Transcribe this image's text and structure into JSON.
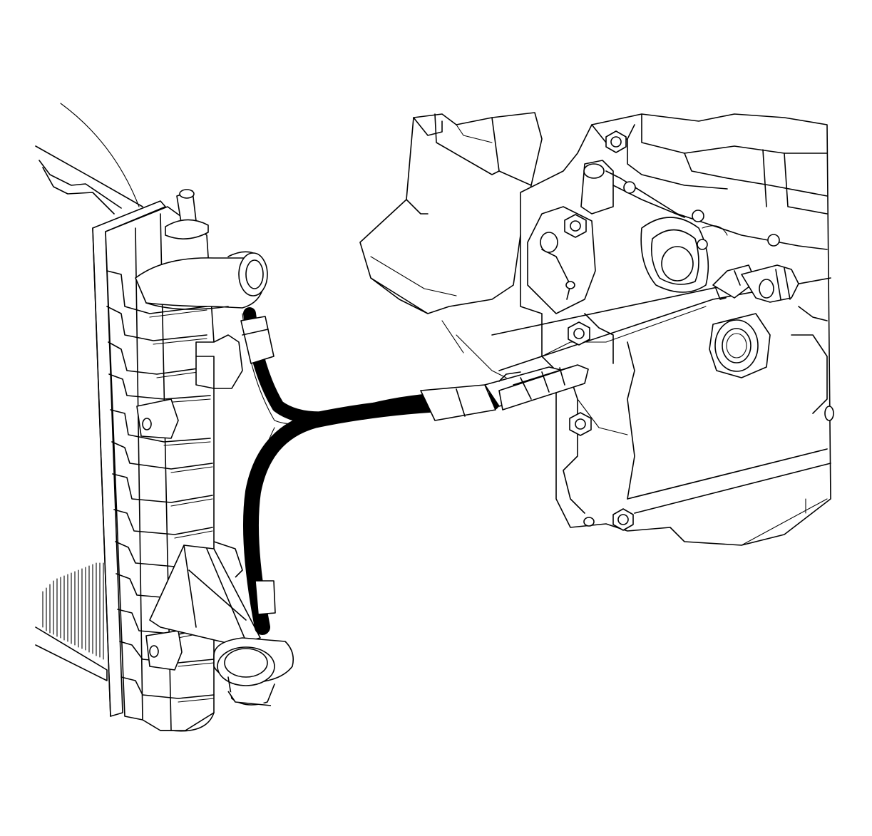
{
  "figure": {
    "type": "line-drawing",
    "background": "#ffffff",
    "stroke": "#000000",
    "parts": [
      "radiator",
      "radiator-fins",
      "upper-radiator-tank",
      "radiator-upper-hose-outlet",
      "radiator-lower-hose-outlet",
      "oil-cooler-lines",
      "cooler-line-connectors",
      "engine-block",
      "engine-mounting-bolts",
      "oil-cooler-line-fitting",
      "drain-port"
    ]
  }
}
